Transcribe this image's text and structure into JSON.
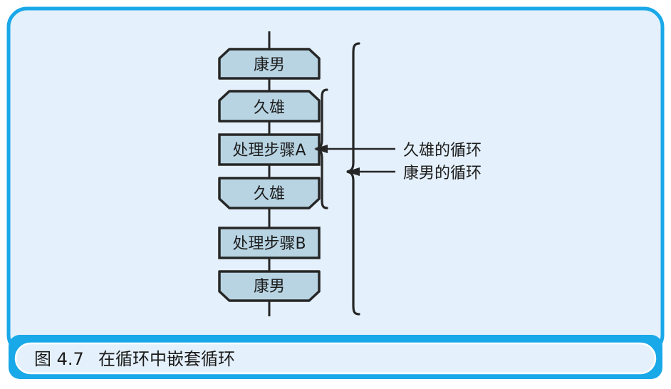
{
  "figure": {
    "caption_number": "图 4.7",
    "caption_title": "在循环中嵌套循环",
    "frame_color": "#19a8e8",
    "frame_background": "#e4f0fb",
    "caption_bar_color": "#19a8e8",
    "caption_pill_background": "#e4f0fb",
    "caption_text_color": "#1c1c1c"
  },
  "flowchart": {
    "node_fill": "#b8d4e3",
    "node_stroke": "#262626",
    "connector_color": "#262626",
    "nodes": [
      {
        "id": "loop-start-yasuo",
        "label": "康男",
        "shape": "loop-start"
      },
      {
        "id": "loop-start-hisao",
        "label": "久雄",
        "shape": "loop-start"
      },
      {
        "id": "process-a",
        "label": "处理步骤A",
        "shape": "process"
      },
      {
        "id": "loop-end-hisao",
        "label": "久雄",
        "shape": "loop-end"
      },
      {
        "id": "process-b",
        "label": "处理步骤B",
        "shape": "process"
      },
      {
        "id": "loop-end-yasuo",
        "label": "康男",
        "shape": "loop-end"
      }
    ]
  },
  "annotations": [
    {
      "id": "inner-loop",
      "label": "久雄的循环",
      "brace": "inner"
    },
    {
      "id": "outer-loop",
      "label": "康男的循环",
      "brace": "outer"
    }
  ]
}
